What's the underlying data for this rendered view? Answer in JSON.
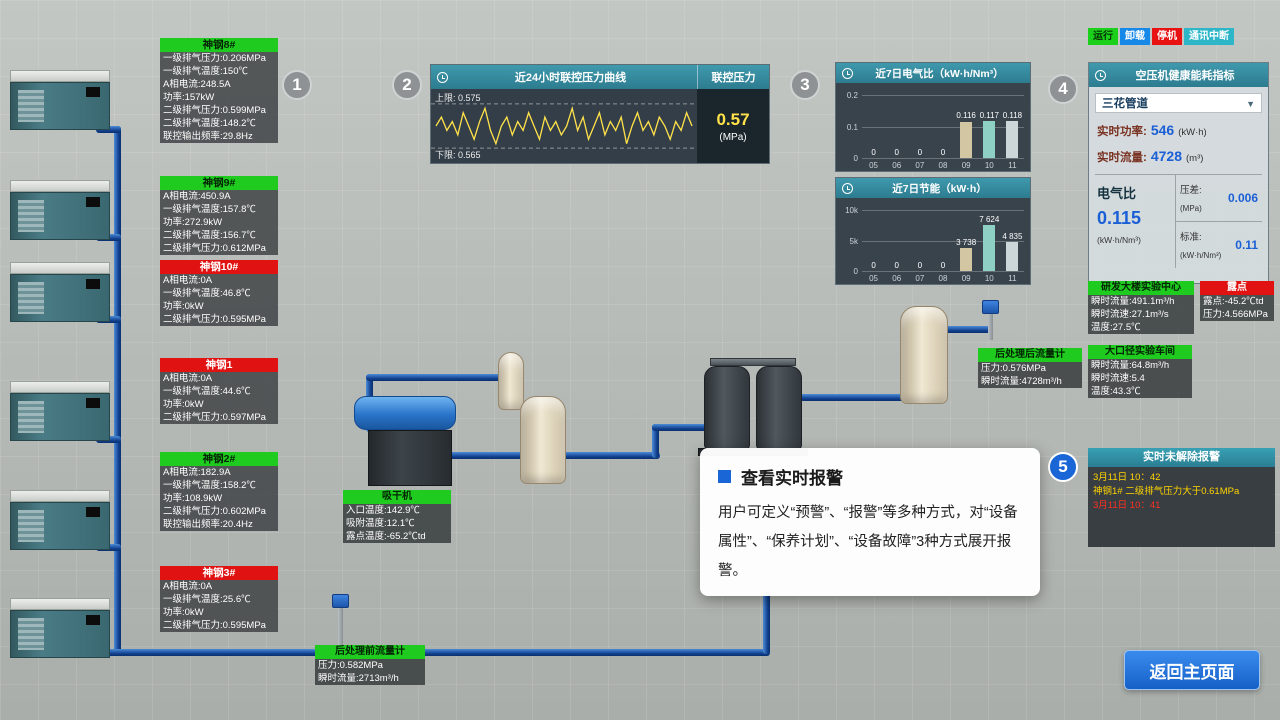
{
  "legend": {
    "items": [
      {
        "label": "运行",
        "color": "#1ad01a"
      },
      {
        "label": "卸载",
        "color": "#1688e8"
      },
      {
        "label": "停机",
        "color": "#e81212"
      },
      {
        "label": "通讯中断",
        "color": "#2cb6c8"
      }
    ]
  },
  "badges": [
    "1",
    "2",
    "3",
    "4",
    "5"
  ],
  "compressors": [
    {
      "name": "神钢8#",
      "status": "run",
      "rows": [
        "一级排气压力:0.206MPa",
        "一级排气温度:150℃",
        "A相电流:248.5A",
        "功率:157kW",
        "二级排气压力:0.599MPa",
        "二级排气温度:148.2℃",
        "联控输出频率:29.8Hz"
      ]
    },
    {
      "name": "神钢9#",
      "status": "run",
      "rows": [
        "A相电流:450.9A",
        "一级排气温度:157.8℃",
        "功率:272.9kW",
        "二级排气温度:156.7℃",
        "二级排气压力:0.612MPa"
      ]
    },
    {
      "name": "神钢10#",
      "status": "stop",
      "rows": [
        "A相电流:0A",
        "一级排气温度:46.8℃",
        "功率:0kW",
        "二级排气压力:0.595MPa"
      ]
    },
    {
      "name": "神钢1",
      "status": "stop",
      "rows": [
        "A相电流:0A",
        "一级排气温度:44.6℃",
        "功率:0kW",
        "二级排气压力:0.597MPa"
      ]
    },
    {
      "name": "神钢2#",
      "status": "run",
      "rows": [
        "A相电流:182.9A",
        "一级排气温度:158.2℃",
        "功率:108.9kW",
        "二级排气压力:0.602MPa",
        "联控输出频率:20.4Hz"
      ]
    },
    {
      "name": "神钢3#",
      "status": "stop",
      "rows": [
        "A相电流:0A",
        "一级排气温度:25.6℃",
        "功率:0kW",
        "二级排气压力:0.595MPa"
      ]
    }
  ],
  "pressure_panel": {
    "title": "近24小时联控压力曲线",
    "side_title": "联控压力",
    "value": "0.57",
    "unit": "(MPa)",
    "upper_label": "上限: 0.575",
    "lower_label": "下限: 0.565"
  },
  "chart_data": [
    {
      "type": "line",
      "title": "近24小时联控压力曲线",
      "unit": "MPa",
      "upper_limit": 0.575,
      "lower_limit": 0.565,
      "current": 0.57,
      "ylim": [
        0.563,
        0.577
      ],
      "values": [
        0.57,
        0.572,
        0.569,
        0.571,
        0.568,
        0.573,
        0.57,
        0.567,
        0.571,
        0.574,
        0.569,
        0.566,
        0.57,
        0.572,
        0.568,
        0.571,
        0.569,
        0.573,
        0.57,
        0.567,
        0.572,
        0.569,
        0.571,
        0.568,
        0.57,
        0.574,
        0.569,
        0.572,
        0.567,
        0.57,
        0.573,
        0.568,
        0.571,
        0.569,
        0.572,
        0.566,
        0.57,
        0.573,
        0.569,
        0.571,
        0.568,
        0.572,
        0.57,
        0.567,
        0.571,
        0.569,
        0.573,
        0.57
      ]
    },
    {
      "type": "bar",
      "title": "近7日电气比（kW·h/Nm³）",
      "categories": [
        "05",
        "06",
        "07",
        "08",
        "09",
        "10",
        "11"
      ],
      "values": [
        0,
        0,
        0,
        0,
        0.116,
        0.117,
        0.118
      ],
      "labels": [
        "0",
        "0",
        "0",
        "0",
        "0.116",
        "0.117",
        "0.118"
      ],
      "ylim": [
        0,
        0.2
      ],
      "yticks": [
        "0.2",
        "0.1",
        "0"
      ]
    },
    {
      "type": "bar",
      "title": "近7日节能（kW·h）",
      "categories": [
        "05",
        "06",
        "07",
        "08",
        "09",
        "10",
        "11"
      ],
      "values": [
        0,
        0,
        0,
        0,
        3738,
        7624,
        4835
      ],
      "labels": [
        "0",
        "0",
        "0",
        "0",
        "3 738",
        "7 624",
        "4 835"
      ],
      "ylim": [
        0,
        10000
      ],
      "yticks": [
        "10k",
        "5k",
        "0"
      ]
    }
  ],
  "health": {
    "title": "空压机健康能耗指标",
    "pipeline": "三花管道",
    "power_label": "实时功率:",
    "power_value": "546",
    "power_unit": "(kW·h)",
    "flow_label": "实时流量:",
    "flow_value": "4728",
    "flow_unit": "(m³)",
    "ratio_label": "电气比",
    "ratio_value": "0.115",
    "ratio_unit": "(kW·h/Nm³)",
    "diff_label": "压差:",
    "diff_value": "0.006",
    "diff_unit": "(MPa)",
    "std_label": "标准:",
    "std_value": "0.11",
    "std_unit": "(kW·h/Nm³)"
  },
  "flow_panels": [
    {
      "name": "研发大楼实验中心",
      "variant": "run",
      "rows": [
        "瞬时流量:491.1m³/h",
        "瞬时流速:27.1m³/s",
        "温度:27.5℃"
      ]
    },
    {
      "name": "露点",
      "variant": "stop",
      "rows": [
        "露点:-45.2℃td",
        "压力:4.566MPa"
      ]
    },
    {
      "name": "大口径实验车间",
      "variant": "run",
      "rows": [
        "瞬时流量:64.8m³/h",
        "瞬时流速:5.4",
        "温度:43.3℃"
      ]
    },
    {
      "name": "后处理后流量计",
      "variant": "run",
      "rows": [
        "压力:0.576MPa",
        "瞬时流量:4728m³/h"
      ]
    },
    {
      "name": "吸干机",
      "variant": "run",
      "rows": [
        "入口温度:142.9℃",
        "吸附温度:12.1℃",
        "露点温度:-65.2℃td"
      ]
    },
    {
      "name": "后处理前流量计",
      "variant": "run",
      "rows": [
        "压力:0.582MPa",
        "瞬时流量:2713m³/h"
      ]
    }
  ],
  "tooltip": {
    "title": "查看实时报警",
    "body": "用户可定义“预警”、“报警”等多种方式，对“设备属性”、“保养计划”、“设备故障”3种方式展开报警。"
  },
  "alarm": {
    "title": "实时未解除报警",
    "entries": [
      {
        "text": "3月11日 10：42",
        "color": "#ffd400"
      },
      {
        "text": "神钢1# 二级排气压力大于0.61MPa",
        "color": "#ffd400"
      },
      {
        "text": "3月11日 10：41",
        "color": "#ff3020"
      }
    ]
  },
  "return_button": "返回主页面"
}
